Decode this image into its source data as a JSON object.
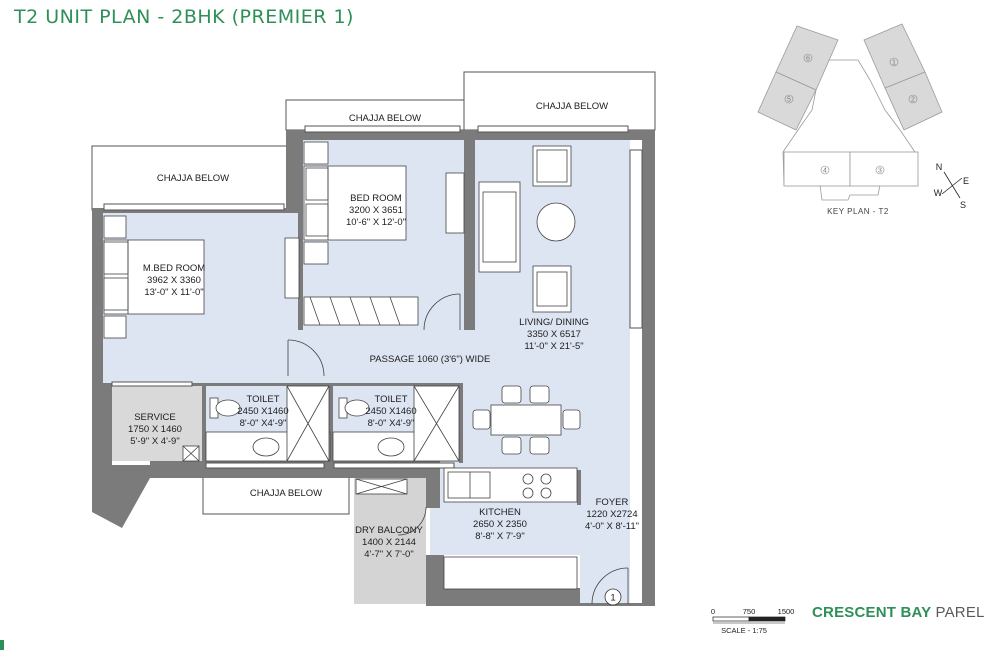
{
  "title": "T2 UNIT PLAN - 2BHK (PREMIER 1)",
  "rooms": {
    "chajja_top_center": "CHAJJA BELOW",
    "chajja_top_right": "CHAJJA BELOW",
    "chajja_left": "CHAJJA BELOW",
    "chajja_bottom": "CHAJJA BELOW",
    "bed_room": {
      "name": "BED ROOM",
      "dim_mm": "3200 X 3651",
      "dim_ft": "10'-6\" X 12'-0\""
    },
    "m_bed_room": {
      "name": "M.BED ROOM",
      "dim_mm": "3962 X 3360",
      "dim_ft": "13'-0\" X 11'-0\""
    },
    "living_dining": {
      "name": "LIVING/ DINING",
      "dim_mm": "3350 X 6517",
      "dim_ft": "11'-0\" X 21'-5\""
    },
    "passage": "PASSAGE 1060 (3'6\") WIDE",
    "service": {
      "name": "SERVICE",
      "dim_mm": "1750 X 1460",
      "dim_ft": "5'-9\" X 4'-9\""
    },
    "toilet_1": {
      "name": "TOILET",
      "dim_mm": "2450 X1460",
      "dim_ft": "8'-0\" X4'-9\""
    },
    "toilet_2": {
      "name": "TOILET",
      "dim_mm": "2450 X1460",
      "dim_ft": "8'-0\" X4'-9\""
    },
    "kitchen": {
      "name": "KITCHEN",
      "dim_mm": "2650 X 2350",
      "dim_ft": "8'-8\" X 7'-9\""
    },
    "foyer": {
      "name": "FOYER",
      "dim_mm": "1220 X2724",
      "dim_ft": "4'-0\" X 8'-11\""
    },
    "dry_balcony": {
      "name": "DRY BALCONY",
      "dim_mm": "1400 X 2144",
      "dim_ft": "4'-7\" X 7'-0\""
    },
    "entry_mark": "1"
  },
  "key_plan": {
    "label": "KEY PLAN  - T2",
    "units": [
      "1",
      "2",
      "3",
      "4",
      "5",
      "6"
    ],
    "compass": {
      "n": "N",
      "e": "E",
      "w": "W",
      "s": "S"
    }
  },
  "scale": {
    "ticks": [
      "0",
      "750",
      "1500"
    ],
    "label": "SCALE - 1:75"
  },
  "brand": {
    "bold": "CRESCENT BAY",
    "light": "PAREL"
  },
  "colors": {
    "room_fill": "#dde4f2",
    "wall": "#7b7b7b",
    "brand_green": "#2f8f58",
    "balcony_fill": "#d4d4d4"
  }
}
